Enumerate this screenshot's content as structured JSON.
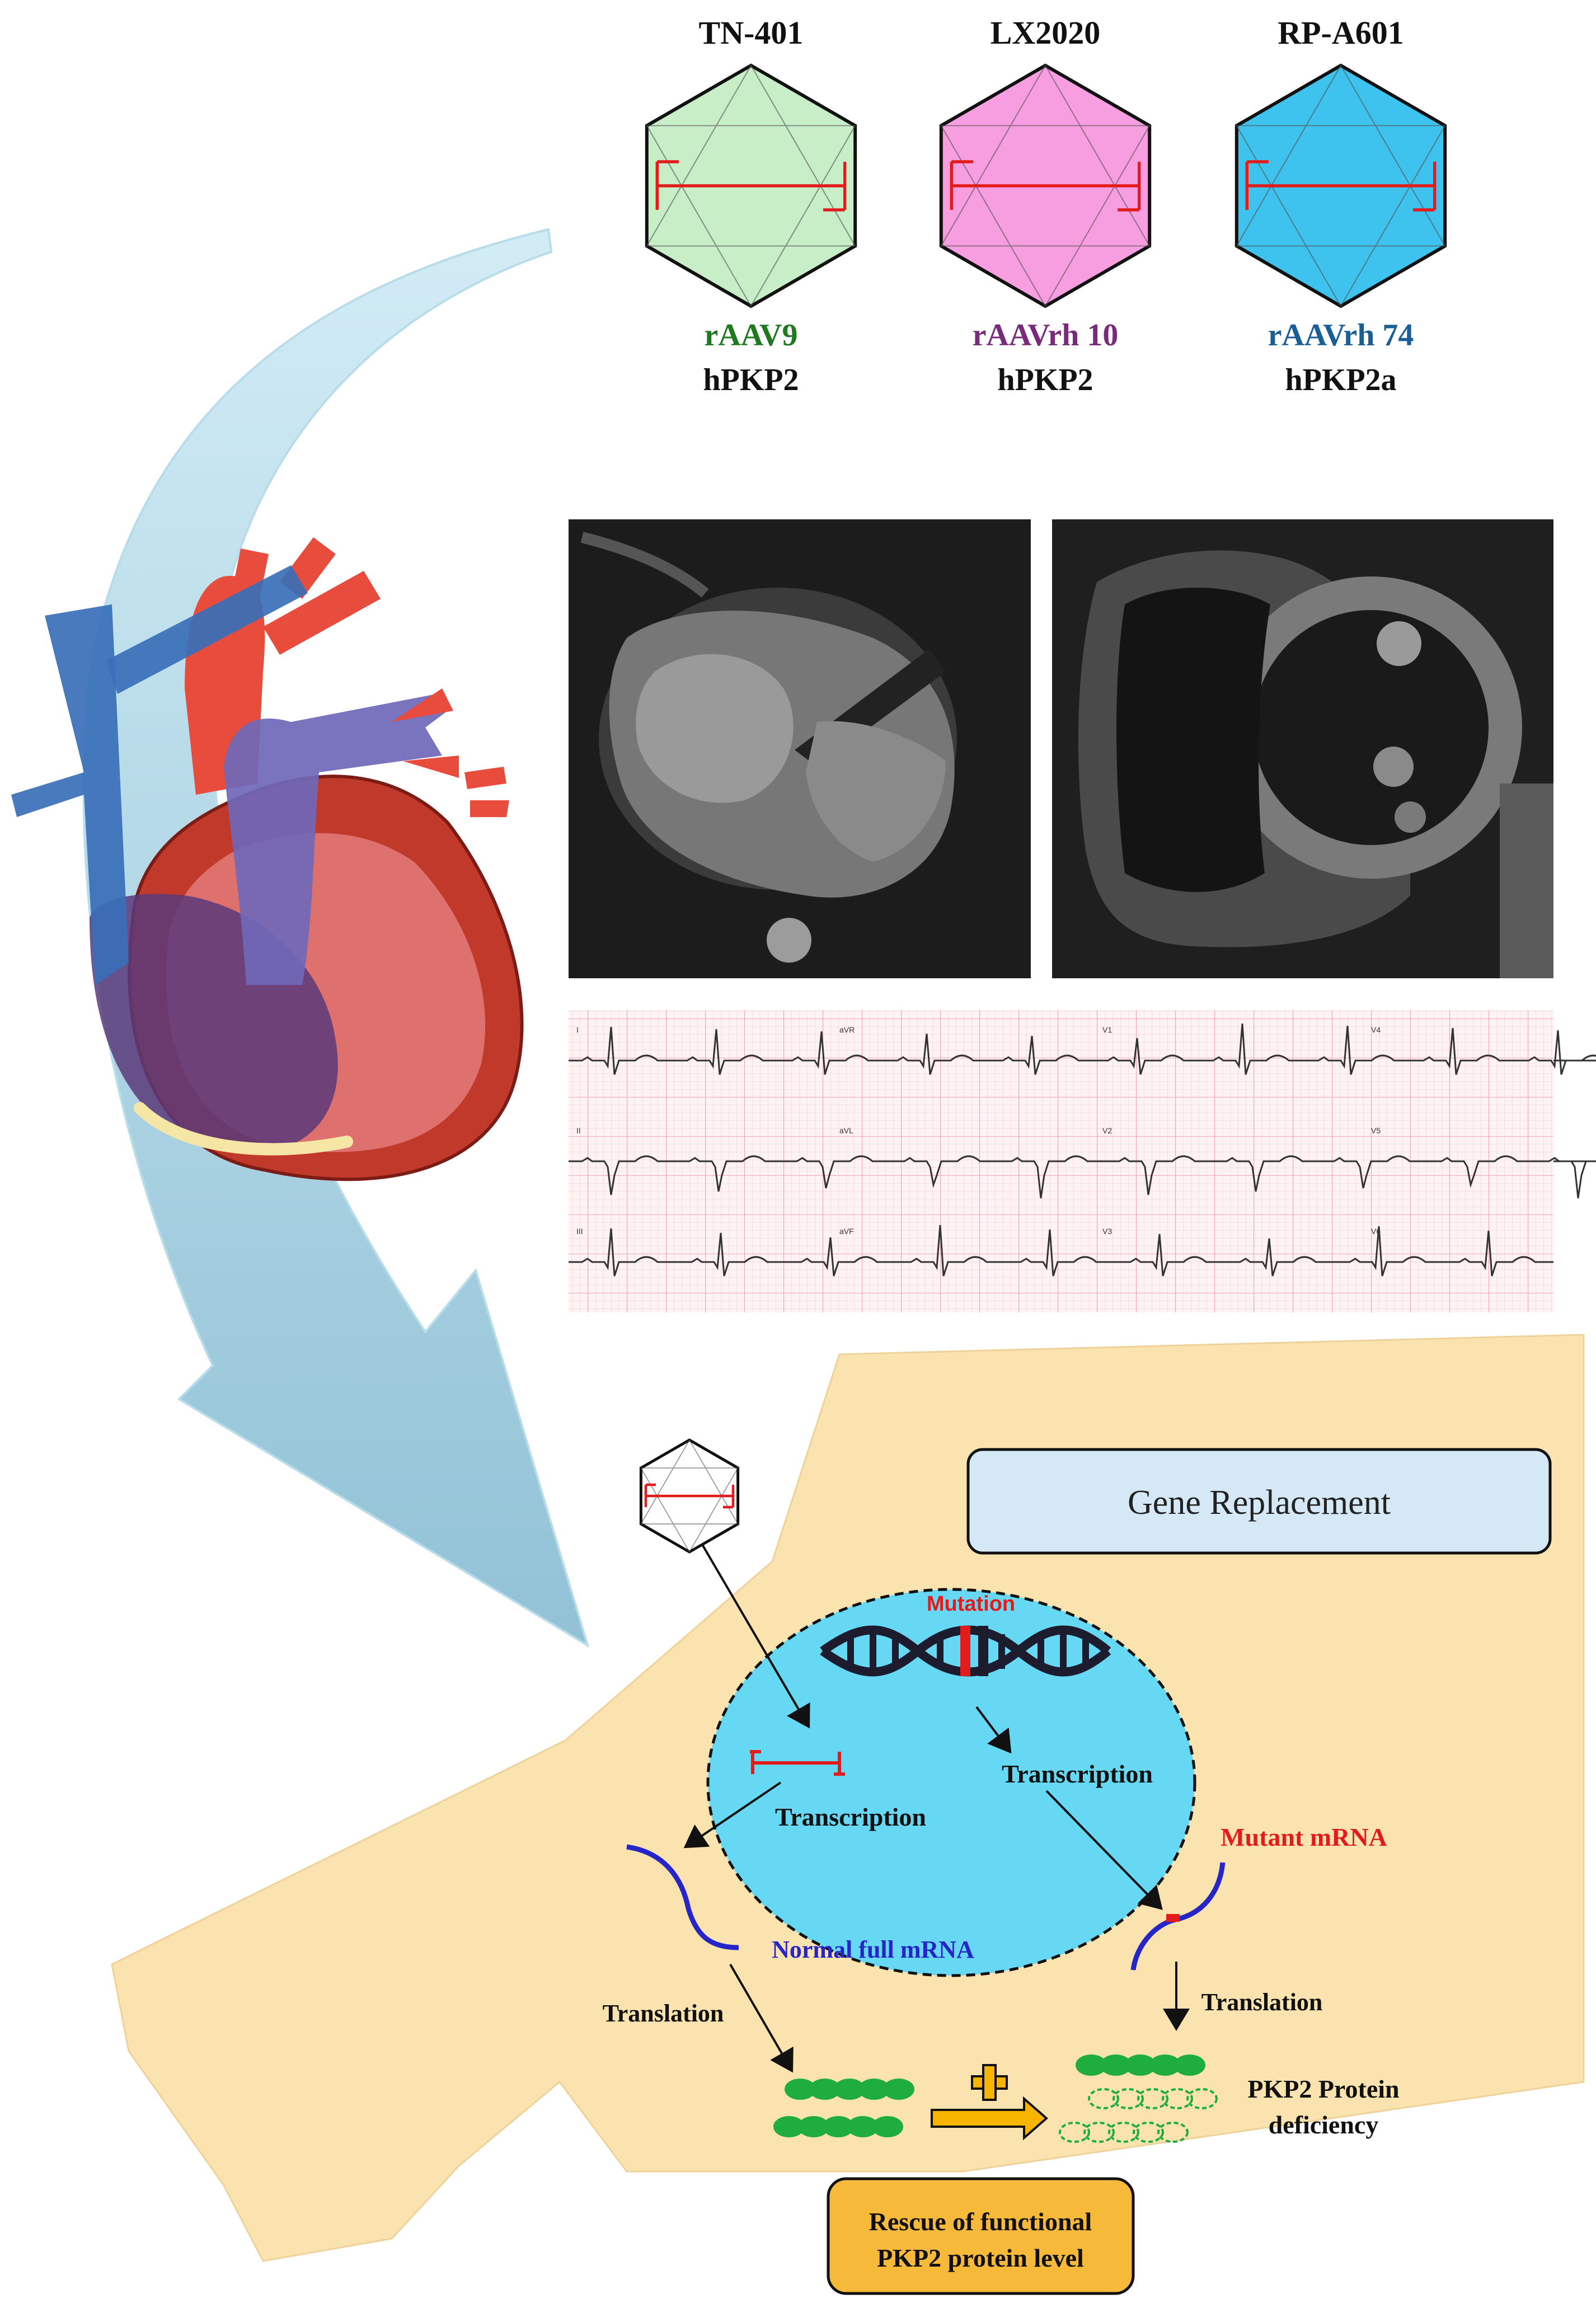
{
  "vectors": [
    {
      "name": "TN-401",
      "capsid": "rAAV9",
      "capsid_color": "#1e7a1e",
      "transgene": "hPKP2",
      "fill": "#c8eec8"
    },
    {
      "name": "LX2020",
      "capsid": "rAAVrh 10",
      "capsid_color": "#7a2a7a",
      "transgene": "hPKP2",
      "fill": "#f79ee0"
    },
    {
      "name": "RP-A601",
      "capsid": "rAAVrh 74",
      "capsid_color": "#1a5e96",
      "transgene": "hPKP2a",
      "fill": "#3ec3ee"
    }
  ],
  "ecg": {
    "leads": [
      "I",
      "aVR",
      "V1",
      "V4",
      "II",
      "aVL",
      "V2",
      "V5",
      "III",
      "aVF",
      "V3",
      "V6"
    ]
  },
  "mechanism": {
    "box_title": "Gene Replacement",
    "mutation_label": "Mutation",
    "transcription_nuclear": "Transcription",
    "transcription_vector": "Transcription",
    "normal_mrna": "Normal full mRNA",
    "mutant_mrna": "Mutant mRNA",
    "translation_left": "Translation",
    "translation_right": "Translation",
    "deficiency_line1": "PKP2 Protein",
    "deficiency_line2": "deficiency",
    "rescue_line1": "Rescue of functional",
    "rescue_line2": "PKP2 protein level"
  },
  "colors": {
    "cell": "#fbe3af",
    "nucleus": "#66d8f4",
    "box": "#d5e8f6",
    "rescue_box": "#f7b93a",
    "protein": "#1fae3e",
    "normal_mrna": "#2626c8",
    "mutant_mrna": "#e31b1b",
    "arrow": "#9fd0e4"
  }
}
